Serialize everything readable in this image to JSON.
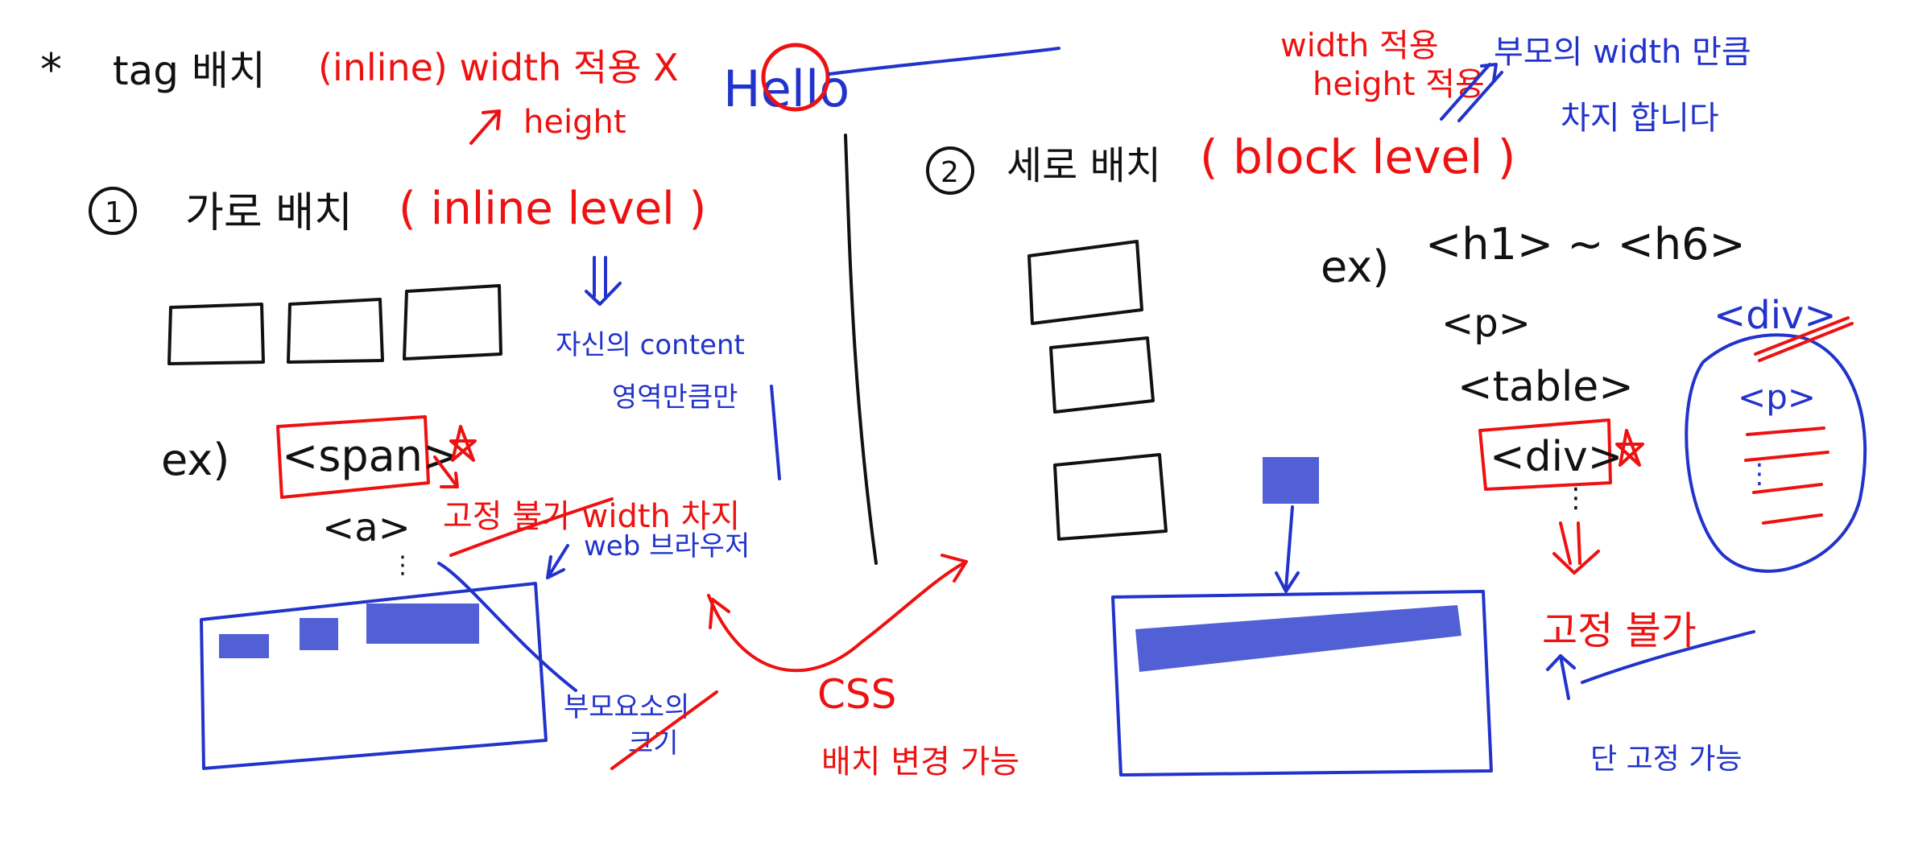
{
  "title": {
    "star": "*",
    "text": "tag 배치",
    "note": "(inline) width 적용 X",
    "note_height": "height"
  },
  "hello": {
    "text": "Hello"
  },
  "left": {
    "number": "1",
    "heading": "가로 배치",
    "level": "( inline level )",
    "content_note_1": "자신의 content",
    "content_note_2": "영역만큼만",
    "example_prefix": "ex)",
    "tag_span": "<span>",
    "tag_a": "<a>",
    "span_note": "고정 불가 width 차지",
    "web_note": "web 브라우저",
    "bottom_note_1": "부모요소의",
    "bottom_note_2": "크기"
  },
  "middle": {
    "css_label": "CSS",
    "css_note": "배치 변경 가능"
  },
  "right": {
    "number": "2",
    "heading": "세로 배치",
    "level": "( block level )",
    "example_prefix": "ex)",
    "tag_h": "<h1> ~ <h6>",
    "tag_p": "<p>",
    "tag_table": "<table>",
    "tag_div": "<div>",
    "wh_note_1": "width 적용",
    "wh_note_2": "height 적용",
    "parent_note_1": "부모의 width 만큼",
    "parent_note_2": "차지 합니다",
    "circle_div": "<div>",
    "circle_p": "<p>",
    "fixed_note": "고정 불가",
    "fixed_sub": "단 고정 가능"
  }
}
